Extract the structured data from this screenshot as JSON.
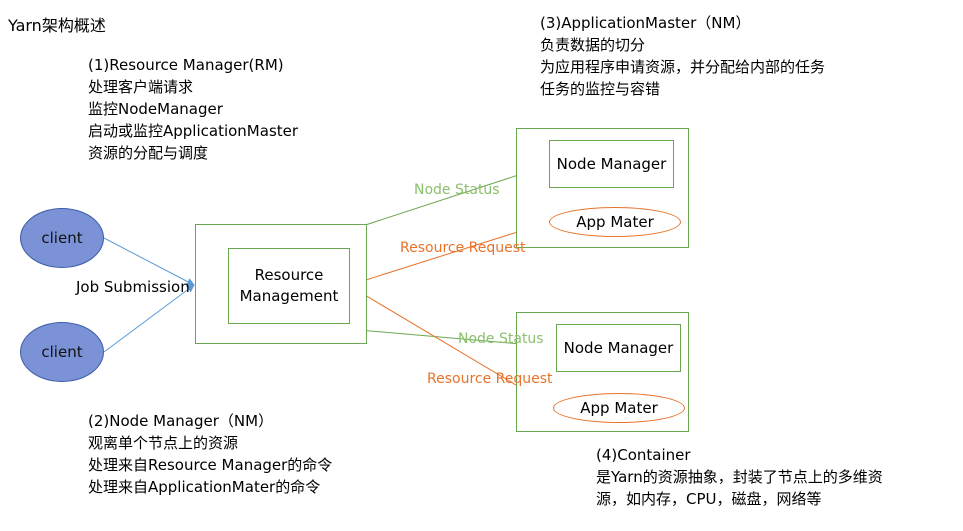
{
  "title": "Yarn架构概述",
  "rm_block": {
    "heading": "(1)Resource Manager(RM)",
    "lines": [
      "处理客户端请求",
      "监控NodeManager",
      "启动或监控ApplicationMaster",
      "资源的分配与调度"
    ]
  },
  "am_block": {
    "heading": "(3)ApplicationMaster（NM）",
    "lines": [
      "负责数据的切分",
      "为应用程序申请资源，并分配给内部的任务",
      "任务的监控与容错"
    ]
  },
  "nm_block": {
    "heading": "(2)Node Manager（NM）",
    "lines": [
      "观离单个节点上的资源",
      "处理来自Resource Manager的命令",
      "处理来自ApplicationMater的命令"
    ]
  },
  "container_block": {
    "heading": "(4)Container",
    "lines": [
      "是Yarn的资源抽象，封装了节点上的多维资",
      "源，如内存，CPU，磁盘，网络等"
    ]
  },
  "nodes": {
    "client_1": "client",
    "client_2": "client",
    "resource_management_line1": "Resource",
    "resource_management_line2": "Management",
    "node_manager_1": "Node Manager",
    "app_mater_1": "App Mater",
    "node_manager_2": "Node Manager",
    "app_mater_2": "App Mater"
  },
  "edges": {
    "job_submission": "Job Submission",
    "node_status_1": "Node Status",
    "resource_request_1": "Resource Request",
    "node_status_2": "Node Status",
    "resource_request_2": "Resource Request"
  },
  "colors": {
    "green": "#6aa84f",
    "light_green": "#8cc06e",
    "orange": "#e8732a",
    "blue_arrow": "#5b9bd5",
    "client_fill": "#7b93d6"
  }
}
